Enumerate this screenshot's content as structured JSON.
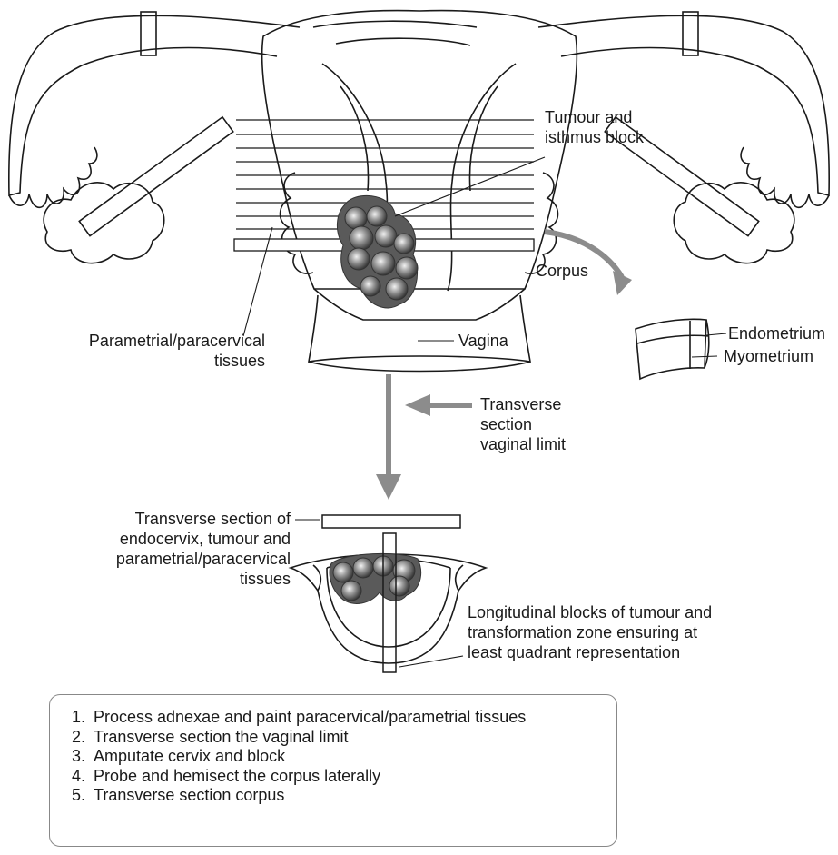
{
  "labels": {
    "tumour_isthmus": "Tumour and\nisthmus block",
    "corpus": "Corpus",
    "endometrium": "Endometrium",
    "myometrium": "Myometrium",
    "vagina": "Vagina",
    "parametrial": "Parametrial/paracervical\ntissues",
    "transverse_vaginal": "Transverse\nsection\nvaginal limit",
    "transverse_endocervix": "Transverse section of\nendocervix, tumour and\nparametrial/paracervical\ntissues",
    "longitudinal": "Longitudinal blocks of tumour and\ntransformation zone ensuring at\nleast quadrant representation"
  },
  "steps": [
    "Process adnexae and paint paracervical/parametrial tissues",
    "Transverse section the vaginal limit",
    "Amputate cervix and block",
    "Probe and hemisect the corpus laterally",
    "Transverse section corpus"
  ],
  "colors": {
    "line": "#1a1a1a",
    "arrow": "#8c8c8c",
    "tumour": "#6b6b6b"
  }
}
